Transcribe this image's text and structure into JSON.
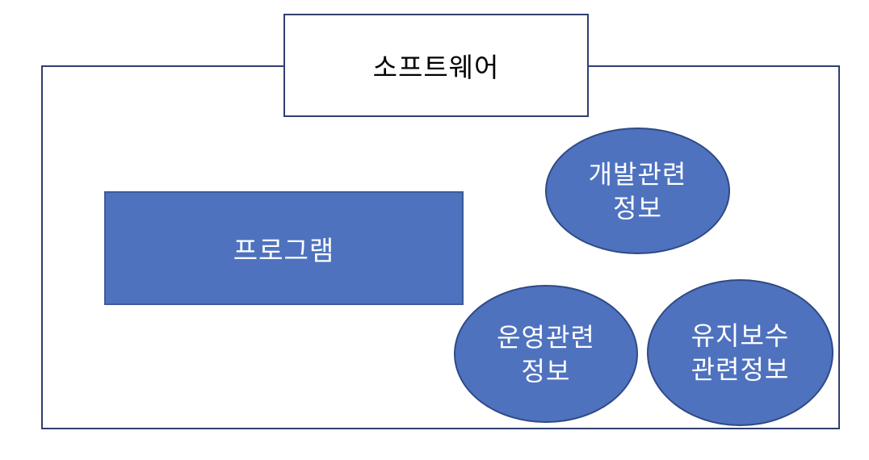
{
  "diagram": {
    "title": "소프트웨어",
    "program": "프로그램",
    "info_nodes": [
      {
        "line1": "개발관련",
        "line2": "정보"
      },
      {
        "line1": "운영관련",
        "line2": "정보"
      },
      {
        "line1": "유지보수",
        "line2": "관련정보"
      }
    ]
  },
  "colors": {
    "shape_fill": "#4f72bf",
    "border": "#2f3f6e",
    "text_on_shape": "#ffffff",
    "background": "#ffffff"
  }
}
